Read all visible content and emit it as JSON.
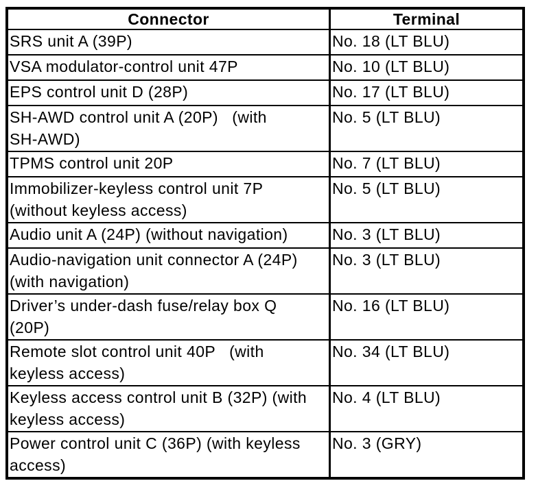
{
  "colors": {
    "background": "#ffffff",
    "border": "#000000",
    "text": "#000000"
  },
  "table": {
    "headers": [
      "Connector",
      "Terminal"
    ],
    "rows": [
      {
        "connector": "SRS unit A (39P)",
        "terminal": "No. 18 (LT BLU)"
      },
      {
        "connector": "VSA modulator-control unit 47P",
        "terminal": "No. 10 (LT BLU)"
      },
      {
        "connector": "EPS control unit D (28P)",
        "terminal": "No. 17 (LT BLU)"
      },
      {
        "connector": "SH-AWD control unit A (20P)   (with\nSH-AWD)",
        "terminal": "No. 5 (LT BLU)"
      },
      {
        "connector": "TPMS control unit 20P",
        "terminal": "No. 7 (LT BLU)"
      },
      {
        "connector": "Immobilizer-keyless control unit 7P\n(without keyless access)",
        "terminal": "No. 5 (LT BLU)"
      },
      {
        "connector": "Audio unit A (24P) (without navigation)",
        "terminal": "No. 3 (LT BLU)"
      },
      {
        "connector": "Audio-navigation unit connector A (24P)\n(with navigation)",
        "terminal": "No. 3 (LT BLU)"
      },
      {
        "connector": "Driver’s under-dash fuse/relay box Q\n(20P)",
        "terminal": "No. 16 (LT BLU)"
      },
      {
        "connector": "Remote slot control unit 40P   (with\nkeyless access)",
        "terminal": "No. 34 (LT BLU)"
      },
      {
        "connector": "Keyless access control unit B (32P) (with\nkeyless access)",
        "terminal": "No. 4 (LT BLU)"
      },
      {
        "connector": "Power control unit C (36P) (with keyless\naccess)",
        "terminal": "No. 3 (GRY)"
      }
    ]
  }
}
